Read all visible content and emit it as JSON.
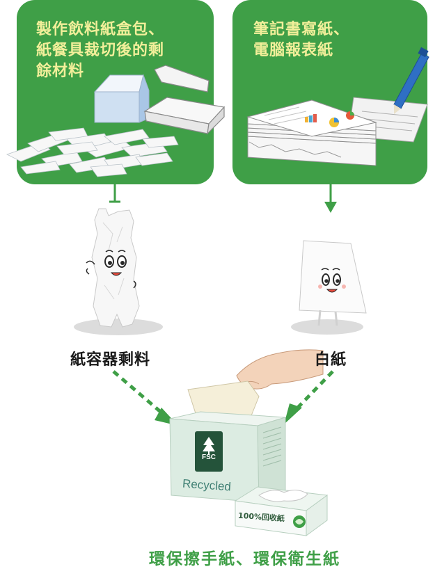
{
  "source_left": {
    "lines": [
      "製作飲料紙盒包、",
      "紙餐具裁切後的剩",
      "餘材料"
    ]
  },
  "source_right": {
    "lines": [
      "筆記書寫紙、",
      "電腦報表紙"
    ]
  },
  "material_left_label": "紙容器剩料",
  "material_right_label": "白紙",
  "product": {
    "box_label": "Recycled",
    "fsc_text": "FSC",
    "pack_label": "100%回收紙",
    "caption": "環保擦手紙、環保衛生紙"
  },
  "colors": {
    "panel_green": "#3f9f47",
    "panel_text_yellow": "#f2ef9a",
    "arrow_green": "#3f9f47",
    "box_mint": "#dcece2"
  }
}
